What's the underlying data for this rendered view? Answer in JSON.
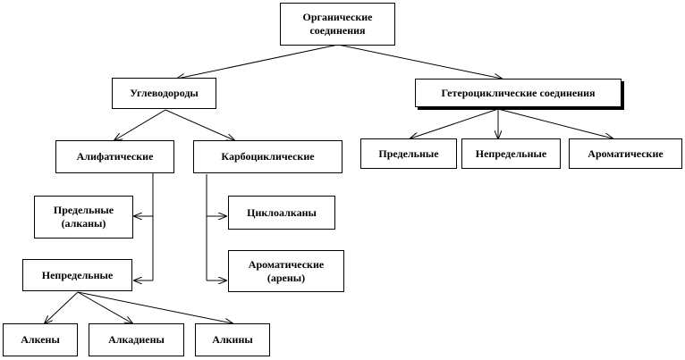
{
  "nodes": {
    "organic": "Органические\nсоединения",
    "hydrocarbons": "Углеводороды",
    "heterocyclic": "Гетероциклические соединения",
    "aliphatic": "Алифатические",
    "carbocyclic": "Карбоциклические",
    "hetero_saturated": "Предельные",
    "hetero_unsaturated": "Непредельные",
    "hetero_aromatic": "Ароматические",
    "alkanes": "Предельные\n(алканы)",
    "unsaturated": "Непредельные",
    "cycloalkanes": "Циклоалканы",
    "arenes": "Ароматические\n(арены)",
    "alkenes": "Алкены",
    "alkadienes": "Алкадиены",
    "alkynes": "Алкины"
  }
}
